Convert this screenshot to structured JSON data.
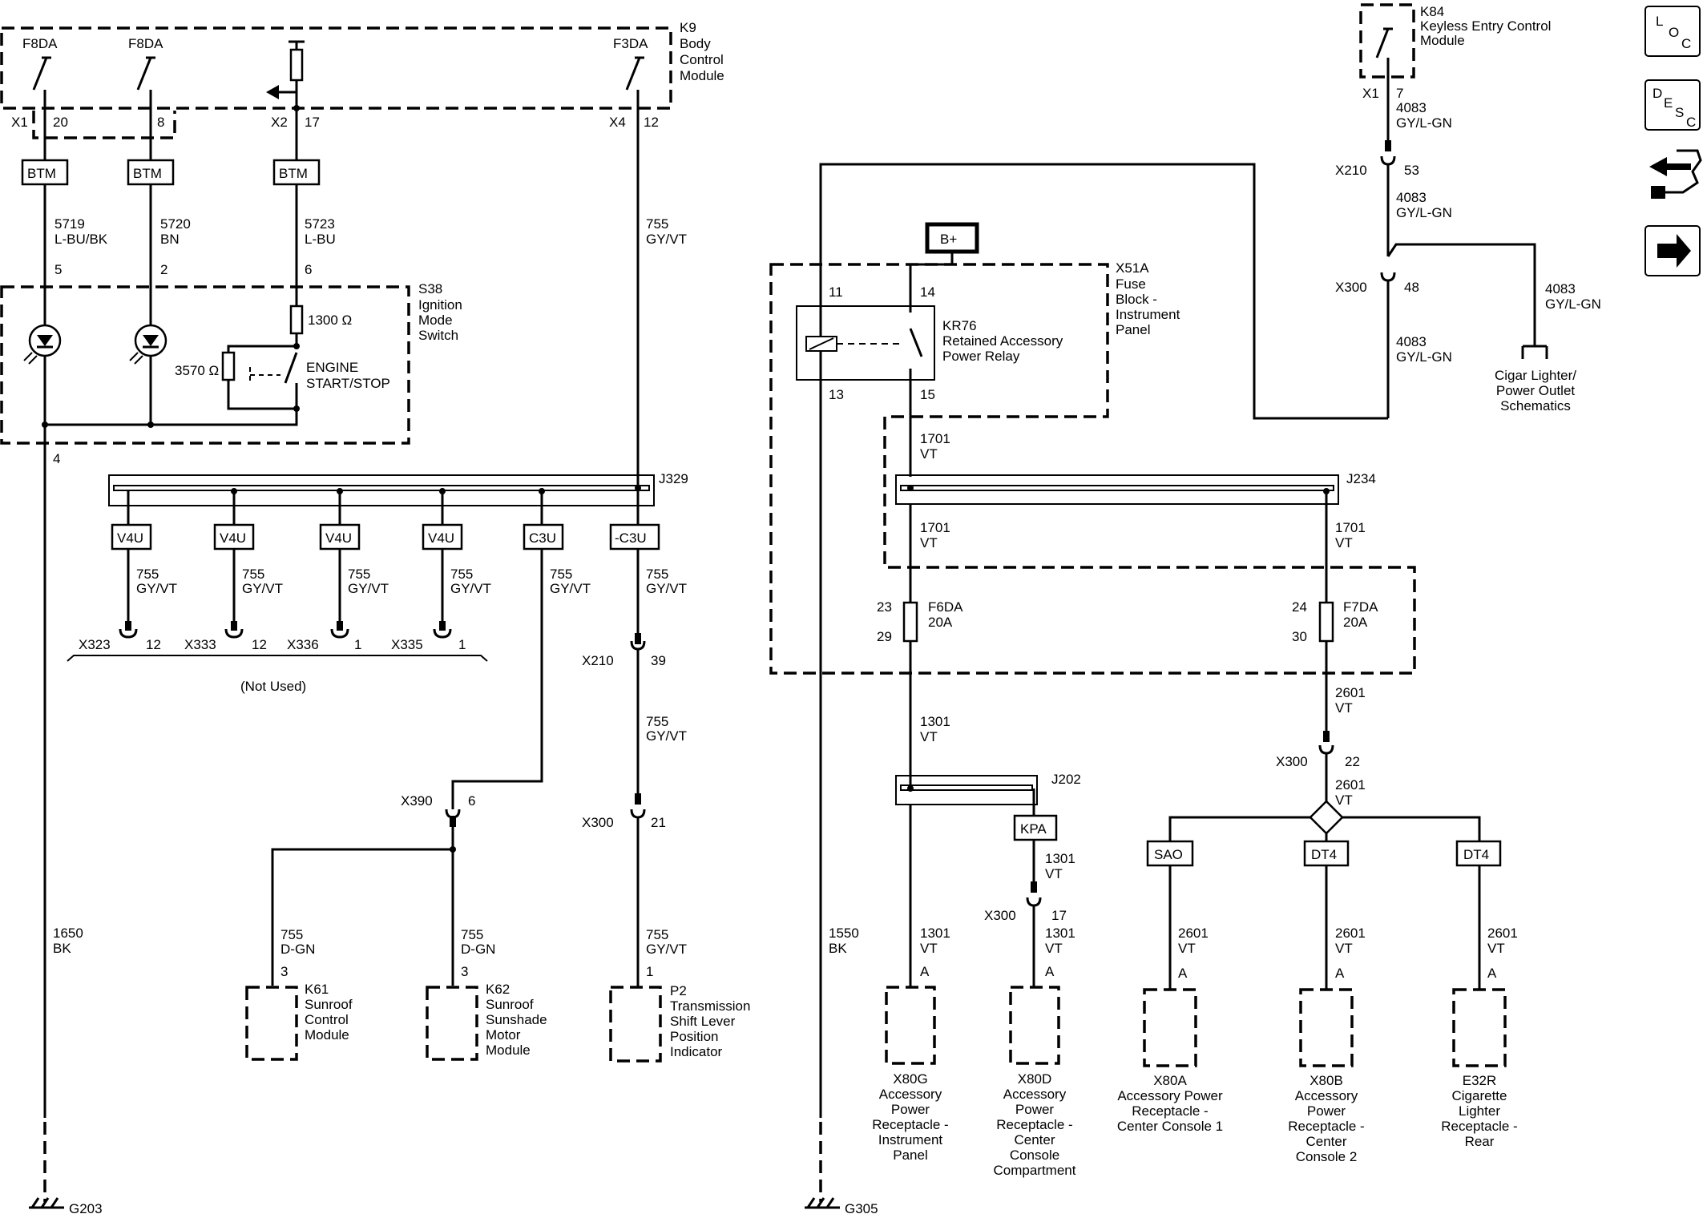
{
  "modules": {
    "k9": {
      "ref": "K9",
      "lines": [
        "Body",
        "Control",
        "Module"
      ]
    },
    "k84": {
      "ref": "K84",
      "lines": [
        "Keyless Entry Control",
        "Module"
      ]
    },
    "s38": {
      "ref": "S38",
      "lines": [
        "Ignition",
        "Mode",
        "Switch"
      ]
    },
    "x51a": {
      "ref": "X51A",
      "lines": [
        "Fuse",
        "Block -",
        "Instrument",
        "Panel"
      ]
    },
    "kr76": {
      "ref": "KR76",
      "lines": [
        "Retained Accessory",
        "Power Relay"
      ]
    },
    "k61": {
      "ref": "K61",
      "lines": [
        "Sunroof",
        "Control",
        "Module"
      ]
    },
    "k62": {
      "ref": "K62",
      "lines": [
        "Sunroof",
        "Sunshade",
        "Motor",
        "Module"
      ]
    },
    "p2": {
      "ref": "P2",
      "lines": [
        "Transmission",
        "Shift Lever",
        "Position",
        "Indicator"
      ]
    }
  },
  "labels": {
    "f8da": "F8DA",
    "f3da": "F3DA",
    "btm": "BTM",
    "v4u": "V4U",
    "c3u": "C3U",
    "neg_c3u": "-C3U",
    "kpa": "KPA",
    "sao": "SAO",
    "dt4": "DT4",
    "bplus": "B+",
    "x1": "X1",
    "x2": "X2",
    "x4": "X4",
    "p20": "20",
    "p8": "8",
    "p17": "17",
    "p12": "12",
    "p7": "7",
    "p5": "5",
    "p2": "2",
    "p6": "6",
    "p4": "4",
    "p11": "11",
    "p14": "14",
    "p13": "13",
    "p15": "15",
    "p3a": "3",
    "p3b": "3",
    "p1": "1",
    "res1300": "1300 Ω",
    "res3570": "3570 Ω",
    "engine1": "ENGINE",
    "engine2": "START/STOP",
    "j329": "J329",
    "j234": "J234",
    "j202": "J202",
    "not_used": "(Not Used)",
    "x323": "X323",
    "x323p": "12",
    "x333": "X333",
    "x333p": "12",
    "x336": "X336",
    "x336p": "1",
    "x335": "X335",
    "x335p": "1",
    "x210": "X210",
    "x210p39": "39",
    "x210p53": "53",
    "x300": "X300",
    "x300p21": "21",
    "x300p48": "48",
    "x300p22": "22",
    "x300p17": "17",
    "x390": "X390",
    "x390p": "6",
    "f6da": "F6DA",
    "f6da_amp": "20A",
    "f6da_in": "23",
    "f6da_out": "29",
    "f7da": "F7DA",
    "f7da_amp": "20A",
    "f7da_in": "24",
    "f7da_out": "30",
    "pinA": "A",
    "g203": "G203",
    "g305": "G305"
  },
  "wires": {
    "w5719": [
      "5719",
      "L-BU/BK"
    ],
    "w5720": [
      "5720",
      "BN"
    ],
    "w5723": [
      "5723",
      "L-BU"
    ],
    "w755gv": [
      "755",
      "GY/VT"
    ],
    "w755dg": [
      "755",
      "D-GN"
    ],
    "w1650": [
      "1650",
      "BK"
    ],
    "w1550": [
      "1550",
      "BK"
    ],
    "w4083": [
      "4083",
      "GY/L-GN"
    ],
    "w1701": [
      "1701",
      "VT"
    ],
    "w1301": [
      "1301",
      "VT"
    ],
    "w2601": [
      "2601",
      "VT"
    ]
  },
  "receptacles": {
    "x80g": [
      "X80G",
      "Accessory",
      "Power",
      "Receptacle -",
      "Instrument",
      "Panel"
    ],
    "x80d": [
      "X80D",
      "Accessory",
      "Power",
      "Receptacle -",
      "Center",
      "Console",
      "Compartment"
    ],
    "x80a": [
      "X80A",
      "Accessory Power",
      "Receptacle -",
      "Center Console 1"
    ],
    "x80b": [
      "X80B",
      "Accessory",
      "Power",
      "Receptacle -",
      "Center",
      "Console 2"
    ],
    "e32r": [
      "E32R",
      "Cigarette",
      "Lighter",
      "Receptacle -",
      "Rear"
    ]
  },
  "cigar": [
    "Cigar Lighter/",
    "Power Outlet",
    "Schematics"
  ],
  "toolbar": {
    "loc": [
      "L",
      "O",
      "C"
    ],
    "desc": [
      "D",
      "E",
      "S",
      "C"
    ]
  }
}
